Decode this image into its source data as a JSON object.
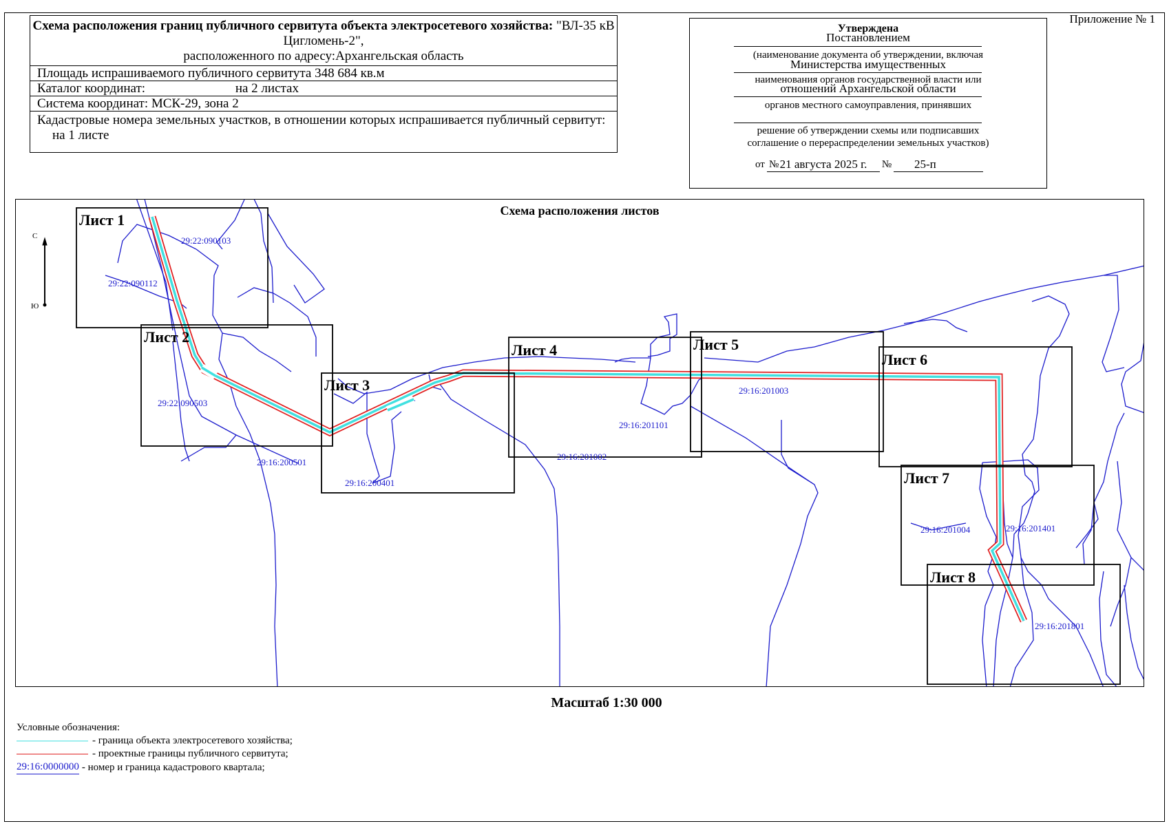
{
  "appendix": "Приложение № 1",
  "info": {
    "title_bold": "Схема расположения границ публичного сервитута объекта электросетевого хозяйства:",
    "title_object": "\"ВЛ-35 кВ Цигломень-2\",",
    "title_address": "расположенного по адресу:Архангельская область",
    "area": "Площадь испрашиваемого публичного сервитута 348 684  кв.м",
    "catalog_label": "Каталог координат:",
    "catalog_value": "на 2 листах",
    "coord_system": "Система координат: МСК-29, зона 2",
    "cadastral_text": "Кадастровые номера земельных участков, в отношении которых испрашивается публичный сервитут:",
    "cadastral_value": "на 1 листе"
  },
  "approval": {
    "heading": "Утверждена",
    "line1": "Постановлением",
    "note1": "(наименование документа об утверждении, включая",
    "line2": "Министерства имущественных",
    "note2": "наименования органов государственной власти или",
    "line3": "отношений Архангельской области",
    "note3": "органов местного самоуправления, принявших",
    "note4": "решение об утверждении схемы или подписавших",
    "note5": "соглашение о перераспределении земельных участков)",
    "from_label": "от",
    "date": "21 августа 2025 г.",
    "num_label": "№",
    "number": "25-п"
  },
  "map": {
    "title": "Схема расположения листов",
    "north": "С",
    "south": "Ю",
    "sheets": [
      "Лист 1",
      "Лист 2",
      "Лист 3",
      "Лист 4",
      "Лист 5",
      "Лист 6",
      "Лист 7",
      "Лист 8"
    ],
    "quarters": [
      "29:22:090103",
      "29:22:090112",
      "29:22:090503",
      "29:16:200501",
      "29:16:200401",
      "29:16:201002",
      "29:16:201101",
      "29:16:201003",
      "29:16:201004",
      "29:16:201401",
      "29:16:201801"
    ],
    "colors": {
      "boundary": "#1a1acc",
      "servitude": "#e02020",
      "object": "#40e0e0"
    }
  },
  "scale": "Масштаб 1:30 000",
  "legend": {
    "title": "Условные обозначения:",
    "object": "- граница объекта электросетевого хозяйства;",
    "servitude": "- проектные границы публичного сервитута;",
    "quarter_code": "29:16:0000000",
    "quarter": "- номер и граница кадастрового квартала;"
  }
}
